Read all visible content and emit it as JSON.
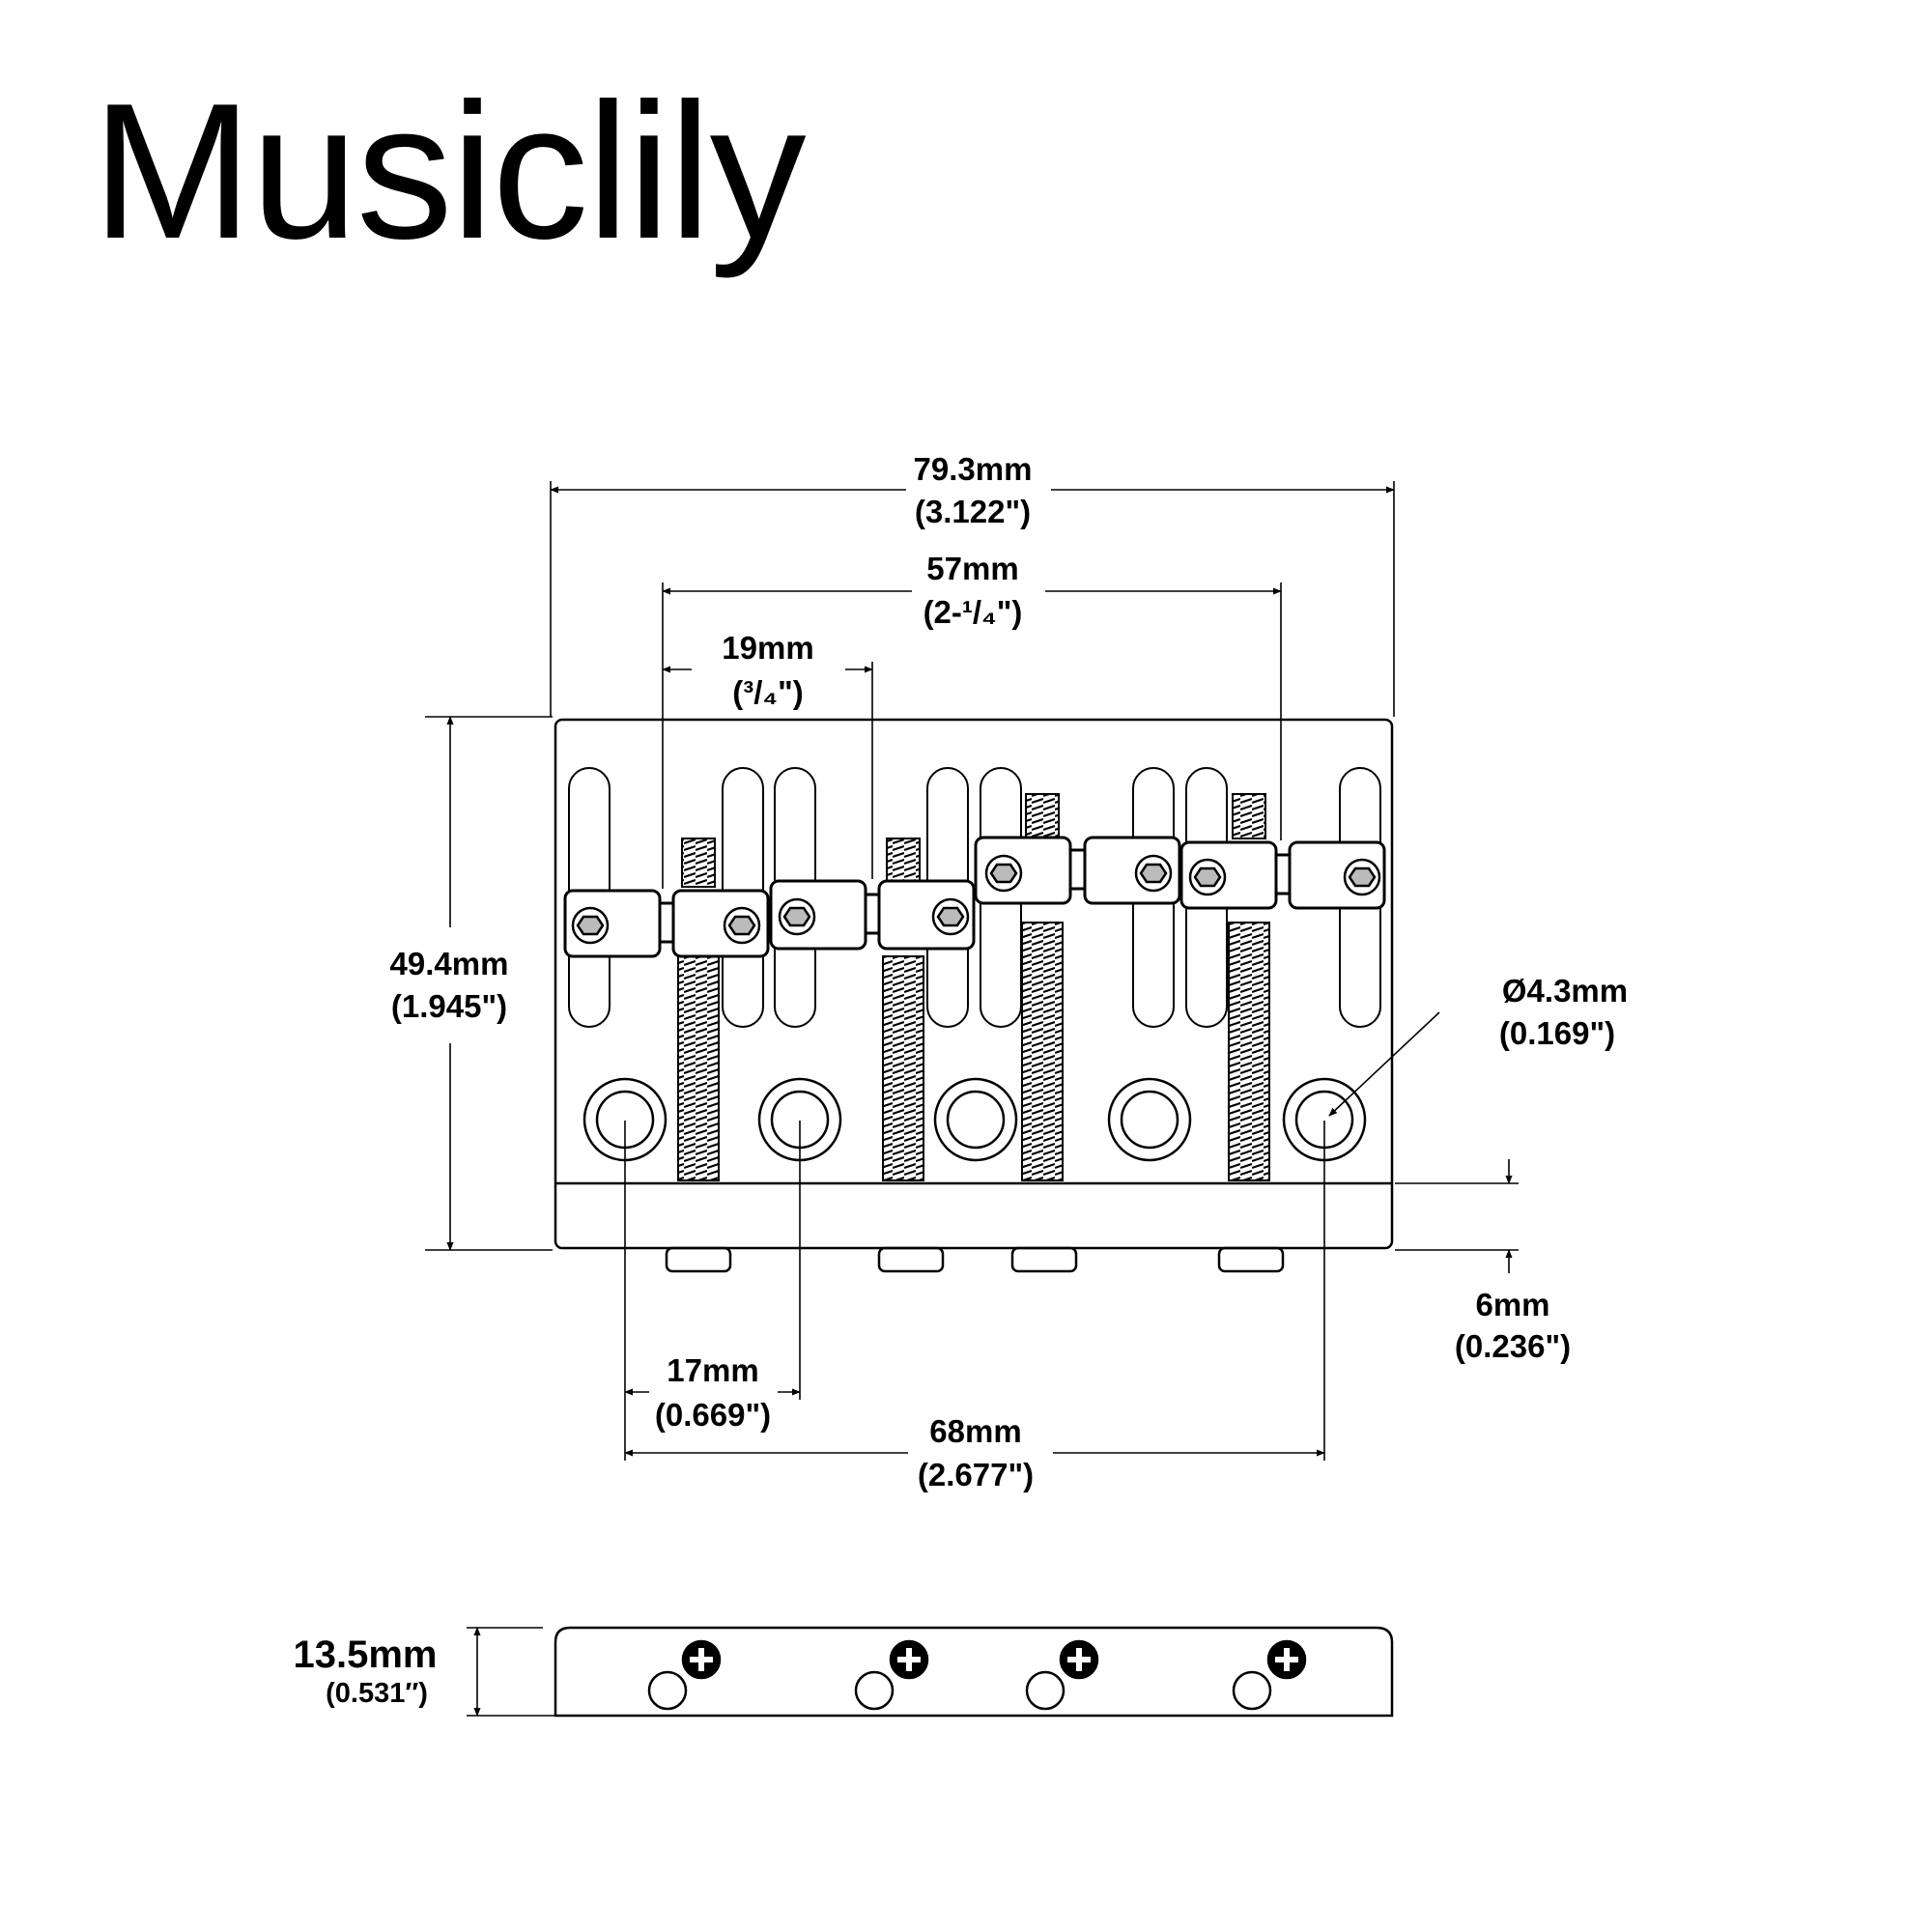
{
  "brand": "Musiclily",
  "dimensions": {
    "overall_width": {
      "metric": "79.3mm",
      "imperial": "(3.122\")"
    },
    "outer_string_spacing": {
      "metric": "57mm",
      "imperial": "(2-¹/₄\")"
    },
    "string_spacing": {
      "metric": "19mm",
      "imperial": "(³/₄\")"
    },
    "height": {
      "metric": "49.4mm",
      "imperial": "(1.945\")"
    },
    "mount_hole_diameter": {
      "metric": "Ø4.3mm",
      "imperial": "(0.169\")"
    },
    "lip_depth": {
      "metric": "6mm",
      "imperial": "(0.236\")"
    },
    "mount_hole_spacing": {
      "metric": "17mm",
      "imperial": "(0.669\")"
    },
    "outer_mount_spacing": {
      "metric": "68mm",
      "imperial": "(2.677\")"
    },
    "side_height": {
      "metric": "13.5mm",
      "imperial": "(0.531″)"
    }
  }
}
